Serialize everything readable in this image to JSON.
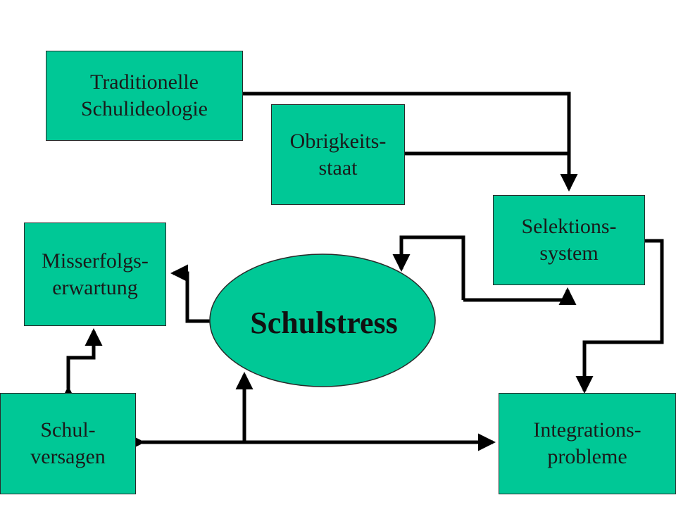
{
  "diagram": {
    "center": "Schulstress",
    "nodes": {
      "traditionelle": [
        "Traditionelle",
        "Schulideologie"
      ],
      "obrigkeit": [
        "Obrigkeits-",
        "staat"
      ],
      "selektion": [
        "Selektions-",
        "system"
      ],
      "misserfolg": [
        "Misserfolgs-",
        "erwartung"
      ],
      "schulversagen": [
        "Schul-",
        "versagen"
      ],
      "integration": [
        "Integrations-",
        "probleme"
      ]
    }
  },
  "colors": {
    "box_fill": "#00c896",
    "box_border": "#2a2a2a",
    "arrow": "#000000",
    "background": "#ffffff"
  }
}
